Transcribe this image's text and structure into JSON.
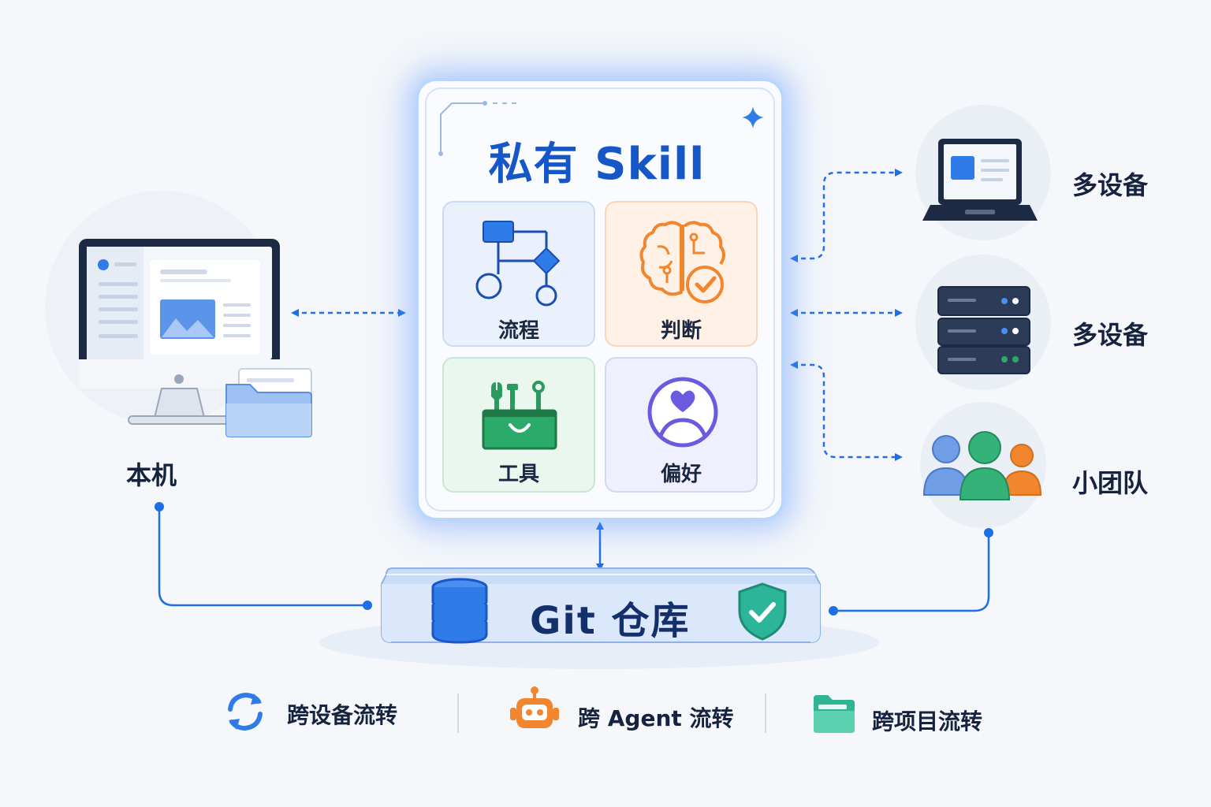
{
  "skill": {
    "title": "私有 Skill",
    "tiles": [
      {
        "label": "流程",
        "icon": "flowchart-icon"
      },
      {
        "label": "判断",
        "icon": "brain-check-icon"
      },
      {
        "label": "工具",
        "icon": "toolbox-icon"
      },
      {
        "label": "偏好",
        "icon": "user-heart-icon"
      }
    ]
  },
  "local": {
    "label": "本机",
    "icon": "desktop-computer-icon"
  },
  "devices": [
    {
      "label": "多设备",
      "icon": "laptop-icon"
    },
    {
      "label": "多设备",
      "icon": "server-icon"
    },
    {
      "label": "小团队",
      "icon": "team-icon"
    }
  ],
  "repo": {
    "label": "Git 仓库",
    "icons": [
      "database-icon",
      "shield-check-icon"
    ]
  },
  "features": [
    {
      "label": "跨设备流转",
      "icon": "sync-icon"
    },
    {
      "label": "跨 Agent 流转",
      "icon": "robot-icon"
    },
    {
      "label": "跨项目流转",
      "icon": "folder-icon"
    }
  ],
  "colors": {
    "primary": "#1e6ee8",
    "flow_tile": "#eaf1fd",
    "judge_tile": "#fff1e6",
    "tool_tile": "#e9f7ee",
    "pref_tile": "#efeffd",
    "orange": "#f2862e",
    "green": "#2bab6a",
    "purple": "#6a5ae0"
  }
}
